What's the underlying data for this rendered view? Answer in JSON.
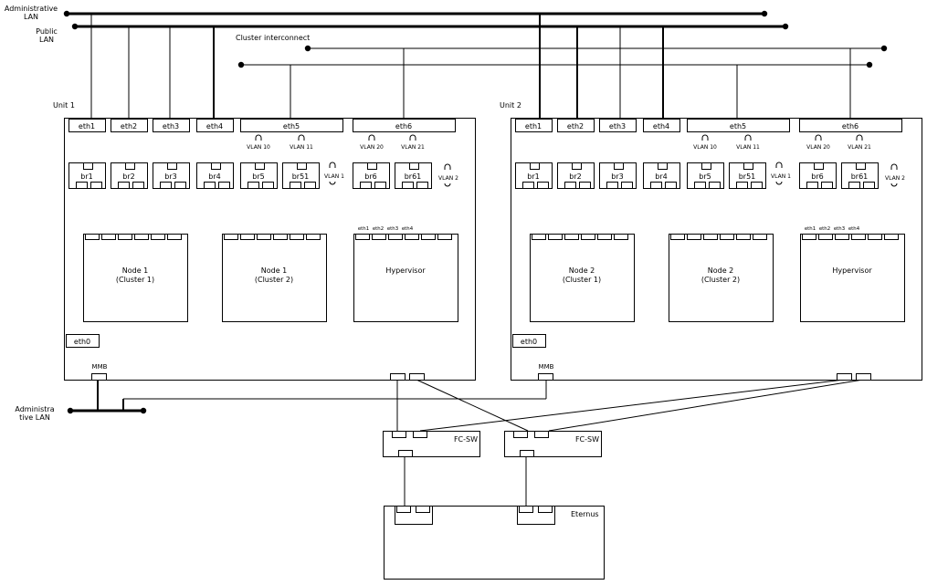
{
  "lan": {
    "admin_top": "Administrative\nLAN",
    "public": "Public\nLAN",
    "cluster_interconnect": "Cluster interconnect",
    "admin_bottom": "Administra\ntive LAN"
  },
  "units": [
    {
      "label": "Unit 1",
      "nics": [
        "eth1",
        "eth2",
        "eth3",
        "eth4",
        "eth5",
        "eth6"
      ],
      "vlans_eth5": [
        "VLAN 10",
        "VLAN 11"
      ],
      "vlans_eth6": [
        "VLAN 20",
        "VLAN 21"
      ],
      "vlan_admin": [
        "VLAN 1",
        "VLAN 2"
      ],
      "bridges": [
        "br1",
        "br2",
        "br3",
        "br4",
        "br5",
        "br51",
        "br6",
        "br61"
      ],
      "nodes": [
        {
          "line1": "Node 1",
          "line2": "(Cluster 1)"
        },
        {
          "line1": "Node 1",
          "line2": "(Cluster 2)"
        }
      ],
      "hypervisor": "Hypervisor",
      "hv_ports": [
        "eth1",
        "eth2",
        "eth3",
        "eth4"
      ],
      "eth0": "eth0",
      "mmb": "MMB"
    },
    {
      "label": "Unit 2",
      "nics": [
        "eth1",
        "eth2",
        "eth3",
        "eth4",
        "eth5",
        "eth6"
      ],
      "vlans_eth5": [
        "VLAN 10",
        "VLAN 11"
      ],
      "vlans_eth6": [
        "VLAN 20",
        "VLAN 21"
      ],
      "vlan_admin": [
        "VLAN 1",
        "VLAN 2"
      ],
      "bridges": [
        "br1",
        "br2",
        "br3",
        "br4",
        "br5",
        "br51",
        "br6",
        "br61"
      ],
      "nodes": [
        {
          "line1": "Node 2",
          "line2": "(Cluster 1)"
        },
        {
          "line1": "Node 2",
          "line2": "(Cluster 2)"
        }
      ],
      "hypervisor": "Hypervisor",
      "hv_ports": [
        "eth1",
        "eth2",
        "eth3",
        "eth4"
      ],
      "eth0": "eth0",
      "mmb": "MMB"
    }
  ],
  "fc_switches": [
    "FC-SW",
    "FC-SW"
  ],
  "storage": "Eternus"
}
